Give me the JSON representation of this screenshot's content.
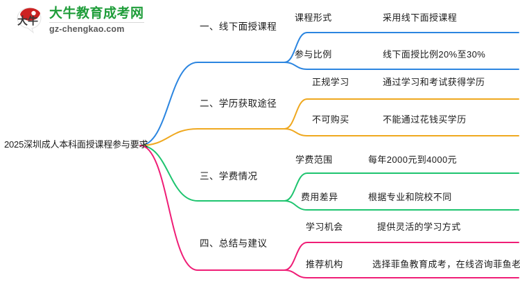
{
  "logo": {
    "mark_text": "大牛",
    "title": "大牛教育成考网",
    "subtitle": "gz-chengkao.com",
    "brand_color": "#1f9d3a",
    "mark_color": "#cc2222"
  },
  "mindmap": {
    "root": {
      "label": "2025深圳成人本科面授课程参与要求"
    },
    "branches": [
      {
        "label": "一、线下面授课程",
        "color": "#2b85e0",
        "children": [
          {
            "label": "课程形式",
            "detail": "采用线下面授课程"
          },
          {
            "label": "参与比例",
            "detail": "线下面授比例20%至30%"
          }
        ]
      },
      {
        "label": "二、学历获取途径",
        "color": "#efa81f",
        "children": [
          {
            "label": "正规学习",
            "detail": "通过学习和考试获得学历"
          },
          {
            "label": "不可购买",
            "detail": "不能通过花钱买学历"
          }
        ]
      },
      {
        "label": "三、学费情况",
        "color": "#1ec46f",
        "children": [
          {
            "label": "学费范围",
            "detail": "每年2000元到4000元"
          },
          {
            "label": "费用差异",
            "detail": "根据专业和院校不同"
          }
        ]
      },
      {
        "label": "四、总结与建议",
        "color": "#ef1d76",
        "children": [
          {
            "label": "学习机会",
            "detail": "提供灵活的学习方式"
          },
          {
            "label": "推荐机构",
            "detail": "选择菲鱼教育成考，在线咨询菲鱼老师"
          }
        ]
      }
    ]
  }
}
